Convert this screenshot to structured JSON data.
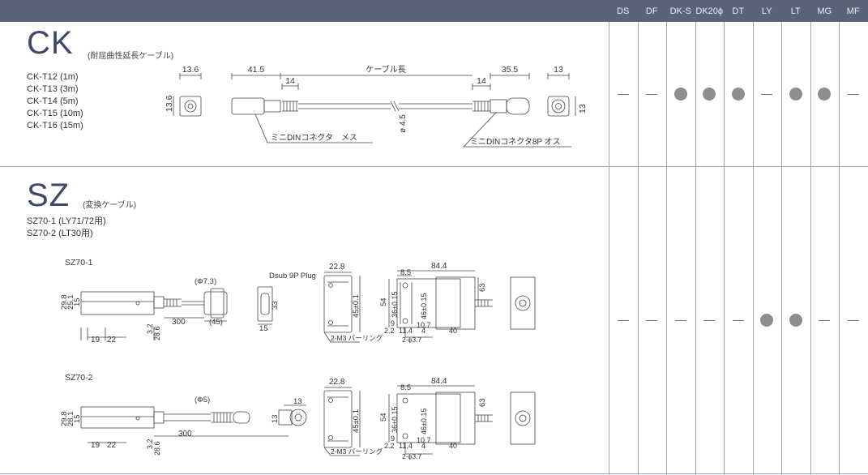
{
  "columns": [
    "DS",
    "DF",
    "DK-S",
    "DK20ϕ",
    "DT",
    "LY",
    "LT",
    "MG",
    "MF"
  ],
  "colors": {
    "header_bg": "#5a6478",
    "title": "#3b4a6a",
    "dot": "#8e8e8e"
  },
  "ck": {
    "title": "CK",
    "subtitle": "(耐屈曲性延長ケーブル)",
    "models": [
      "CK-T12 (1m)",
      "CK-T13 (3m)",
      "CK-T14 (5m)",
      "CK-T15 (10m)",
      "CK-T16 (15m)"
    ],
    "compat": [
      "dash",
      "dash",
      "dot",
      "dot",
      "dot",
      "dash",
      "dot",
      "dot",
      "dash"
    ],
    "drawing": {
      "d1": "13.6",
      "d2": "41.5",
      "d3": "14",
      "d_len": "ケーブル長",
      "d4": "14",
      "d5": "35.5",
      "d6": "13",
      "d_left_v": "13.6",
      "d_right_v": "13",
      "d_dia": "ø 4.5",
      "label_female": "ミニDINコネクタ　メス",
      "label_male": "ミニDINコネクタ8P オス"
    }
  },
  "sz": {
    "title": "SZ",
    "subtitle": "(変換ケーブル)",
    "models": [
      "SZ70-1 (LY71/72用)",
      "SZ70-2 (LT30用)"
    ],
    "compat": [
      "dash",
      "dash",
      "dash",
      "dash",
      "dash",
      "dot",
      "dot",
      "dash",
      "dash"
    ],
    "sz70_1": {
      "label": "SZ70-1",
      "dims": {
        "h1": "29.8",
        "h2": "25.1",
        "h3": "15",
        "w1": "19",
        "w2": "22",
        "v1": "3.2",
        "v2": "28.6",
        "len": "300",
        "phi": "(Φ7.3)",
        "d45": "(45)",
        "d15": "15",
        "d33": "33",
        "plug": "Dsub 9P Plug",
        "top": "22.8",
        "h45": "45±0.1",
        "m3": "2-M3 バーリング",
        "w84": "84.4",
        "w85": "8.5",
        "h54": "54",
        "h36": "36±0.15",
        "h9": "9",
        "h46": "46±0.15",
        "h63": "63",
        "w107": "10.7",
        "w22": "2.2",
        "w114": "11.4",
        "w4": "4",
        "w40": "40",
        "hole": "2-ϕ3.7"
      }
    },
    "sz70_2": {
      "label": "SZ70-2",
      "dims": {
        "h1": "29.8",
        "h2": "28.1",
        "h3": "15",
        "w1": "19",
        "w2": "22",
        "v1": "3.2",
        "v2": "28.6",
        "len": "300",
        "phi": "(Φ5)",
        "d13a": "13",
        "d13b": "13",
        "top": "22.8",
        "h45": "45±0.1",
        "m3": "2-M3 バーリング",
        "w84": "84.4",
        "w85": "8.5",
        "h54": "54",
        "h36": "36±0.15",
        "h9": "9",
        "h46": "46±0.15",
        "h63": "63",
        "w107": "10.7",
        "w22": "2.2",
        "w114": "11.4",
        "w4": "4",
        "w40": "40",
        "hole": "2-ϕ3.7"
      }
    }
  }
}
